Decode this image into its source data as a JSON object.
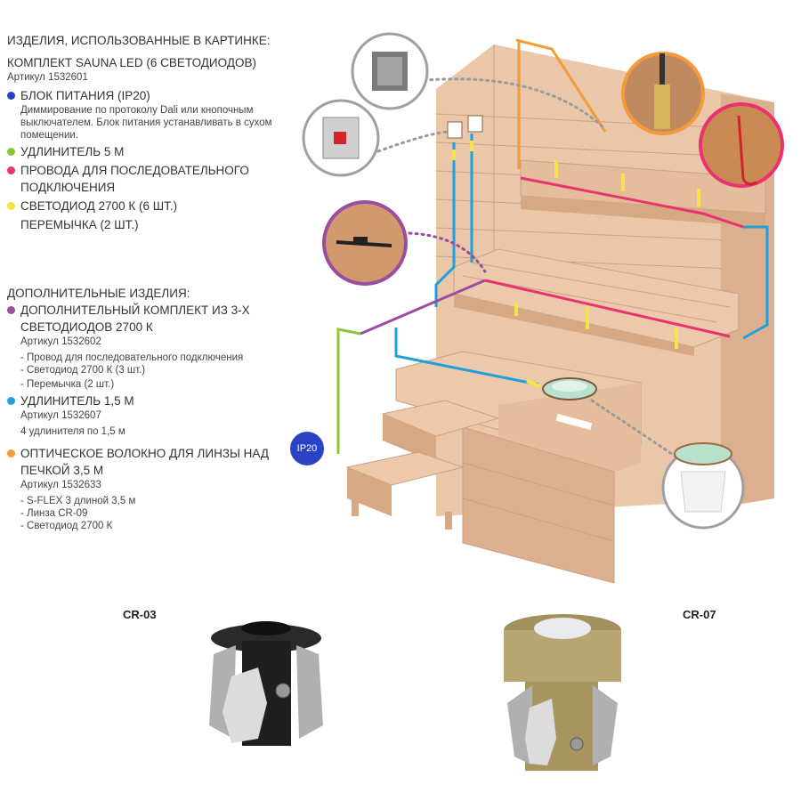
{
  "legend": {
    "used_heading": "ИЗДЕЛИЯ, ИСПОЛЬЗОВАННЫЕ В КАРТИНКЕ:",
    "kit_title": "КОМПЛЕКТ SAUNA LED (6 СВЕТОДИОДОВ)",
    "kit_article": "Артикул 1532601",
    "items": [
      {
        "label": "БЛОК ПИТАНИЯ (IP20)",
        "color": "#2a43c5",
        "desc": "Диммирование по протоколу Dali или кнопочным выключателем. Блок питания устанавливать в сухом помещении."
      },
      {
        "label": "УДЛИНИТЕЛЬ 5 М",
        "color": "#8cc63f"
      },
      {
        "label": "ПРОВОДА ДЛЯ ПОСЛЕДОВАТЕЛЬНОГО ПОДКЛЮЧЕНИЯ",
        "color": "#e8336f"
      },
      {
        "label": "СВЕТОДИОД 2700 К (6 ШТ.)",
        "color": "#f5e447"
      },
      {
        "label": "ПЕРЕМЫЧКА (2 ШТ.)",
        "color": ""
      }
    ],
    "extra_heading": "ДОПОЛНИТЕЛЬНЫЕ ИЗДЕЛИЯ:",
    "extra_items": [
      {
        "label": "ДОПОЛНИТЕЛЬНЫЙ КОМПЛЕКТ ИЗ 3-Х СВЕТОДИОДОВ 2700 К",
        "color": "#9b4ea0",
        "article": "Артикул 1532602",
        "lines": [
          "- Провод для последовательного подключения",
          "- Светодиод 2700 К (3 шт.)",
          "- Перемычка (2 шт.)"
        ]
      },
      {
        "label": "УДЛИНИТЕЛЬ 1,5 М",
        "color": "#1ea0dc",
        "article": "Артикул 1532607",
        "lines": [
          "4 удлинителя по 1,5 м"
        ]
      },
      {
        "label": "ОПТИЧЕСКОЕ ВОЛОКНО ДЛЯ ЛИНЗЫ НАД ПЕЧКОЙ 3,5 М",
        "color": "#f39a3b",
        "article": "Артикул 1532633",
        "lines": [
          "- S-FLEX 3 длиной 3,5 м",
          "- Линза CR-09",
          "- Светодиод 2700 К"
        ]
      }
    ]
  },
  "diagram": {
    "ip20_label": "IP20",
    "product_left_caption": "CR-03",
    "product_right_caption": "CR-07",
    "colors": {
      "wood": "#e9c7a8",
      "wood_dark": "#d9ae8c",
      "wood_line": "#caa083",
      "blue": "#1ea0dc",
      "green": "#8cc63f",
      "pink": "#e8336f",
      "yellow": "#f5e447",
      "purple": "#9b4ea0",
      "orange": "#f39a3b"
    }
  }
}
